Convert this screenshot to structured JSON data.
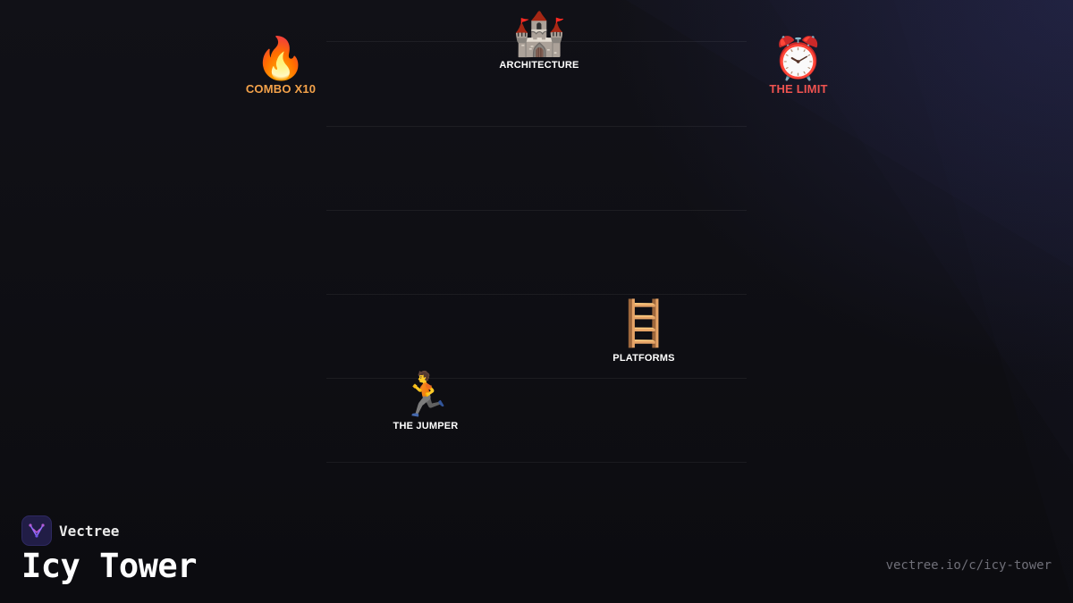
{
  "scene": {
    "background": "#0e0e13",
    "line_color": "rgba(255,255,255,0.06)"
  },
  "nodes": {
    "combo": {
      "icon": "fire-icon",
      "glyph": "🔥",
      "label": "COMBO X10",
      "color": "#f4a24a"
    },
    "architecture": {
      "icon": "castle-icon",
      "glyph": "🏰",
      "label": "ARCHITECTURE",
      "color": "#ffffff"
    },
    "limit": {
      "icon": "alarm-clock-icon",
      "glyph": "⏰",
      "label": "THE LIMIT",
      "color": "#ef5350"
    },
    "platforms": {
      "icon": "ladder-icon",
      "glyph": "🪜",
      "label": "PLATFORMS",
      "color": "#ffffff"
    },
    "jumper": {
      "icon": "running-man-icon",
      "glyph": "🏃",
      "label": "THE JUMPER",
      "color": "#ffffff"
    }
  },
  "footer": {
    "brand_name": "Vectree",
    "brand_icon": "vectree-logo-icon",
    "title": "Icy Tower",
    "url": "vectree.io/c/icy-tower"
  }
}
